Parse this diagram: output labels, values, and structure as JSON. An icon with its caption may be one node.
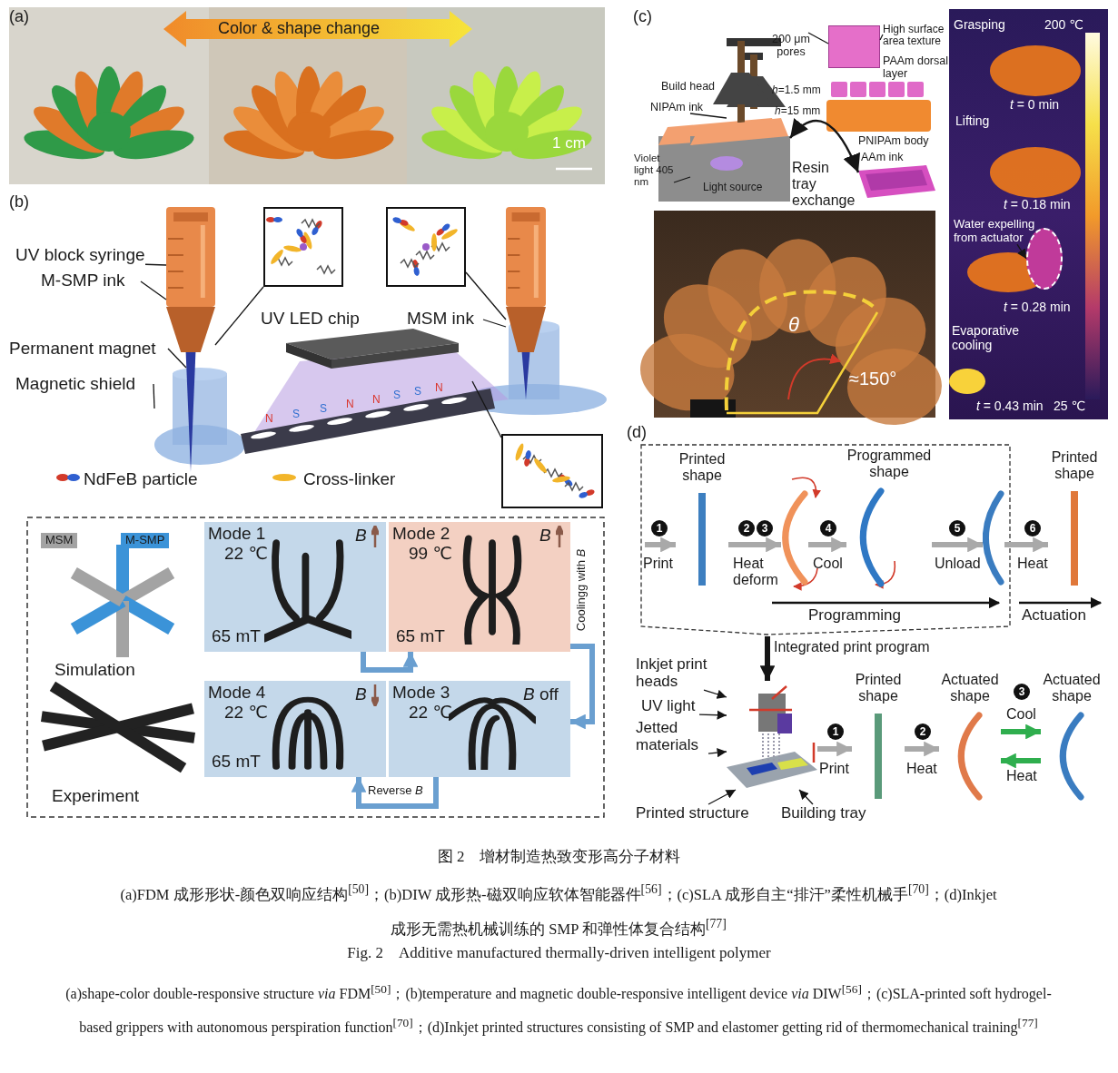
{
  "diagram": {
    "title": "图 2　增材制造热致变形高分子材料",
    "caption": "(a)FDM 成形形状-颜色双响应结构$^{[50]}$；(b)DIW 成形热-磁双响应软体智能器件$^{[56]}$；(c)SLA 成形自主“排汗”柔性机械手$^{[70]}$；(d)Inkjet 成形无需热机械训练的 SMP 和弹性体复合结构$^{[77]}$",
    "nodes": [
      {
        "text": [
          "UV block syringe"
        ]
      },
      {
        "text": [
          "M-SMP ink"
        ]
      },
      {
        "text": [
          "Permanent magnet"
        ]
      },
      {
        "text": [
          "Magnetic shield"
        ]
      },
      {
        "text": [
          "MSM ink"
        ]
      },
      {
        "text": [],
        "shape": "picture"
      },
      {
        "text": [],
        "shape": "picture"
      },
      {
        "text": [],
        "shape": "picture"
      },
      {
        "text": [
          "Mode 1",
          "22 ℃",
          "65 mT",
          "B"
        ]
      },
      {
        "text": [
          "Mode 2",
          "99 ℃",
          "65 mT",
          "B"
        ]
      },
      {
        "text": [
          "Mode 4",
          "22 ℃",
          "65 mT",
          "B"
        ]
      },
      {
        "text": [
          "Mode 3",
          "22 ℃",
          "*B* off"
        ]
      },
      {
        "text": [
          "200 μm pores"
        ]
      },
      {
        "text": [
          "High surface area texture"
        ]
      },
      {
        "text": [],
        "shape": "box"
      },
      {
        "text": [
          "NIPAm ink"
        ]
      },
      {
        "text": [
          "Violet light 405 nm"
        ]
      },
      {
        "text": [
          "Water expelling from actuator"
        ]
      },
      {
        "text": [
          "Printed shape"
        ]
      },
      {
        "text": [],
        "shape": "arc"
      },
      {
        "text": [
          "Programmed shape"
        ]
      },
      {
        "text": [],
        "shape": "arc"
      },
      {
        "text": [
          "Printed shape"
        ]
      },
      {
        "text": [],
        "shape": "picture"
      },
      {
        "text": [
          "Inkjet print heads"
        ]
      },
      {
        "text": [
          "UV light"
        ]
      },
      {
        "text": [
          "Jetted materials"
        ]
      },
      {
        "text": [
          "Printed structure"
        ]
      },
      {
        "text": [
          "Building tray"
        ]
      },
      {
        "text": [
          "Printed shape"
        ]
      },
      {
        "text": [
          "Actuated shape"
        ]
      },
      {
        "text": [
          "Actuated shape"
        ]
      },
      {
        "text": [],
        "shape": "picture"
      },
      {
        "text": [],
        "shape": "picture"
      },
      {
        "text": [],
        "shape": "picture"
      },
      {
        "text": [],
        "shape": "picture"
      },
      {
        "text": [
          "Light source"
        ]
      },
      {
        "text": [],
        "shape": "circle"
      },
      {
        "text": [],
        "shape": "picture"
      }
    ],
    "edges": [
      {
        "from": 0,
        "to": 32,
        "arrow": "none"
      },
      {
        "from": 1,
        "to": 32,
        "arrow": "none"
      },
      {
        "from": 2,
        "to": 33,
        "arrow": "none"
      },
      {
        "from": 3,
        "to": 33,
        "arrow": "none"
      },
      {
        "from": 4,
        "to": 34,
        "arrow": "none"
      },
      {
        "from": 5,
        "to": 32,
        "arrow": "none"
      },
      {
        "from": 6,
        "to": 34,
        "arrow": "none"
      },
      {
        "from": 7,
        "to": 35,
        "arrow": "none"
      },
      {
        "from": 8,
        "to": 9,
        "arrow": "to",
        "style": "thick",
        "color": "#6a9fd0"
      },
      {
        "from": 9,
        "to": 11,
        "arrow": "to",
        "label": "Coolingg with *B*",
        "style": "thick",
        "color": "#6a9fd0"
      },
      {
        "from": 11,
        "to": 10,
        "arrow": "to",
        "label": "Reverse *B*",
        "style": "thick",
        "color": "#6a9fd0"
      },
      {
        "from": 12,
        "to": 14,
        "arrow": "none"
      },
      {
        "from": 13,
        "to": 14,
        "arrow": "none"
      },
      {
        "from": 15,
        "to": 36,
        "arrow": "none"
      },
      {
        "from": 16,
        "to": 36,
        "arrow": "none"
      },
      {
        "from": 17,
        "to": 37,
        "arrow": "to"
      },
      {
        "from": 36,
        "to": 38,
        "arrow": "both",
        "label": "Resin tray exchange"
      },
      {
        "from": null,
        "to": 18,
        "arrow": "to",
        "label": "Print",
        "style": "thick",
        "color": "#a9a9a9"
      },
      {
        "from": 18,
        "to": 19,
        "arrow": "to",
        "label": "Heat deform",
        "style": "thick",
        "color": "#a9a9a9"
      },
      {
        "from": 19,
        "to": 20,
        "arrow": "to",
        "label": "Cool",
        "style": "thick",
        "color": "#a9a9a9"
      },
      {
        "from": 20,
        "to": 21,
        "arrow": "to",
        "label": "Unload",
        "style": "thick",
        "color": "#a9a9a9"
      },
      {
        "from": 21,
        "to": 22,
        "arrow": "to",
        "label": "Heat",
        "style": "thick",
        "color": "#a9a9a9"
      },
      {
        "from": null,
        "to": 23,
        "arrow": "to",
        "label": "Integrated print program",
        "style": "thick"
      },
      {
        "from": 24,
        "to": 23,
        "arrow": "to"
      },
      {
        "from": 25,
        "to": 23,
        "arrow": "to"
      },
      {
        "from": 26,
        "to": 23,
        "arrow": "to"
      },
      {
        "from": 27,
        "to": 23,
        "arrow": "to"
      },
      {
        "from": 28,
        "to": 23,
        "arrow": "to"
      },
      {
        "from": 23,
        "to": 29,
        "arrow": "to",
        "label": "Print",
        "style": "thick",
        "color": "#a9a9a9"
      },
      {
        "from": 29,
        "to": 30,
        "arrow": "to",
        "label": "Heat",
        "style": "thick",
        "color": "#a9a9a9"
      },
      {
        "from": 30,
        "to": 31,
        "arrow": "to",
        "label": "Cool",
        "style": "thick",
        "color": "#2fae4e"
      },
      {
        "from": 31,
        "to": 30,
        "arrow": "to",
        "label": "Heat",
        "style": "thick",
        "color": "#2fae4e"
      }
    ],
    "labels": [
      "(a)",
      "Color & shape change",
      "1 cm",
      "(c)",
      "Build head",
      "*h*=1.5 mm",
      "*h*=15 mm",
      "PAAm dorsal layer",
      "PNIPAm body",
      "AAm ink",
      "Grasping",
      "200 ℃",
      "*t* = 0 min",
      "Lifting",
      "*t* = 0.18 min",
      "*t* = 0.28 min",
      "Evaporative cooling",
      "*t* = 0.43 min",
      "25 ℃",
      "θ",
      "≈150°",
      "(b)",
      "UV LED chip",
      "N",
      "S",
      "S",
      "N",
      "N",
      "S",
      "S",
      "N",
      "Simulation",
      "Experiment",
      "(d)",
      "1",
      "2",
      "3",
      "4",
      "5",
      "6",
      "Programming",
      "Actuation",
      "1",
      "2",
      "3",
      "Fig. 2　Additive manufactured thermally-driven intelligent polymer",
      "(a)shape-color double-responsive structure *via* FDM$^{[50]}$；(b)temperature and magnetic double-responsive intelligent device *via* DIW$^{[56]}$；(c)SLA-printed soft hydrogel-based grippers with autonomous perspiration function$^{[70]}$；(d)Inkjet printed structures consisting of SMP and elastomer getting rid of thermomechanical training$^{[77]}$"
    ],
    "legend": [
      {
        "text": "NdFeB particle"
      },
      {
        "text": "Cross-linker"
      },
      {
        "text": "MSM",
        "color": "#a3a3a3"
      },
      {
        "text": "M-SMP",
        "color": "#3b93d8"
      }
    ]
  }
}
